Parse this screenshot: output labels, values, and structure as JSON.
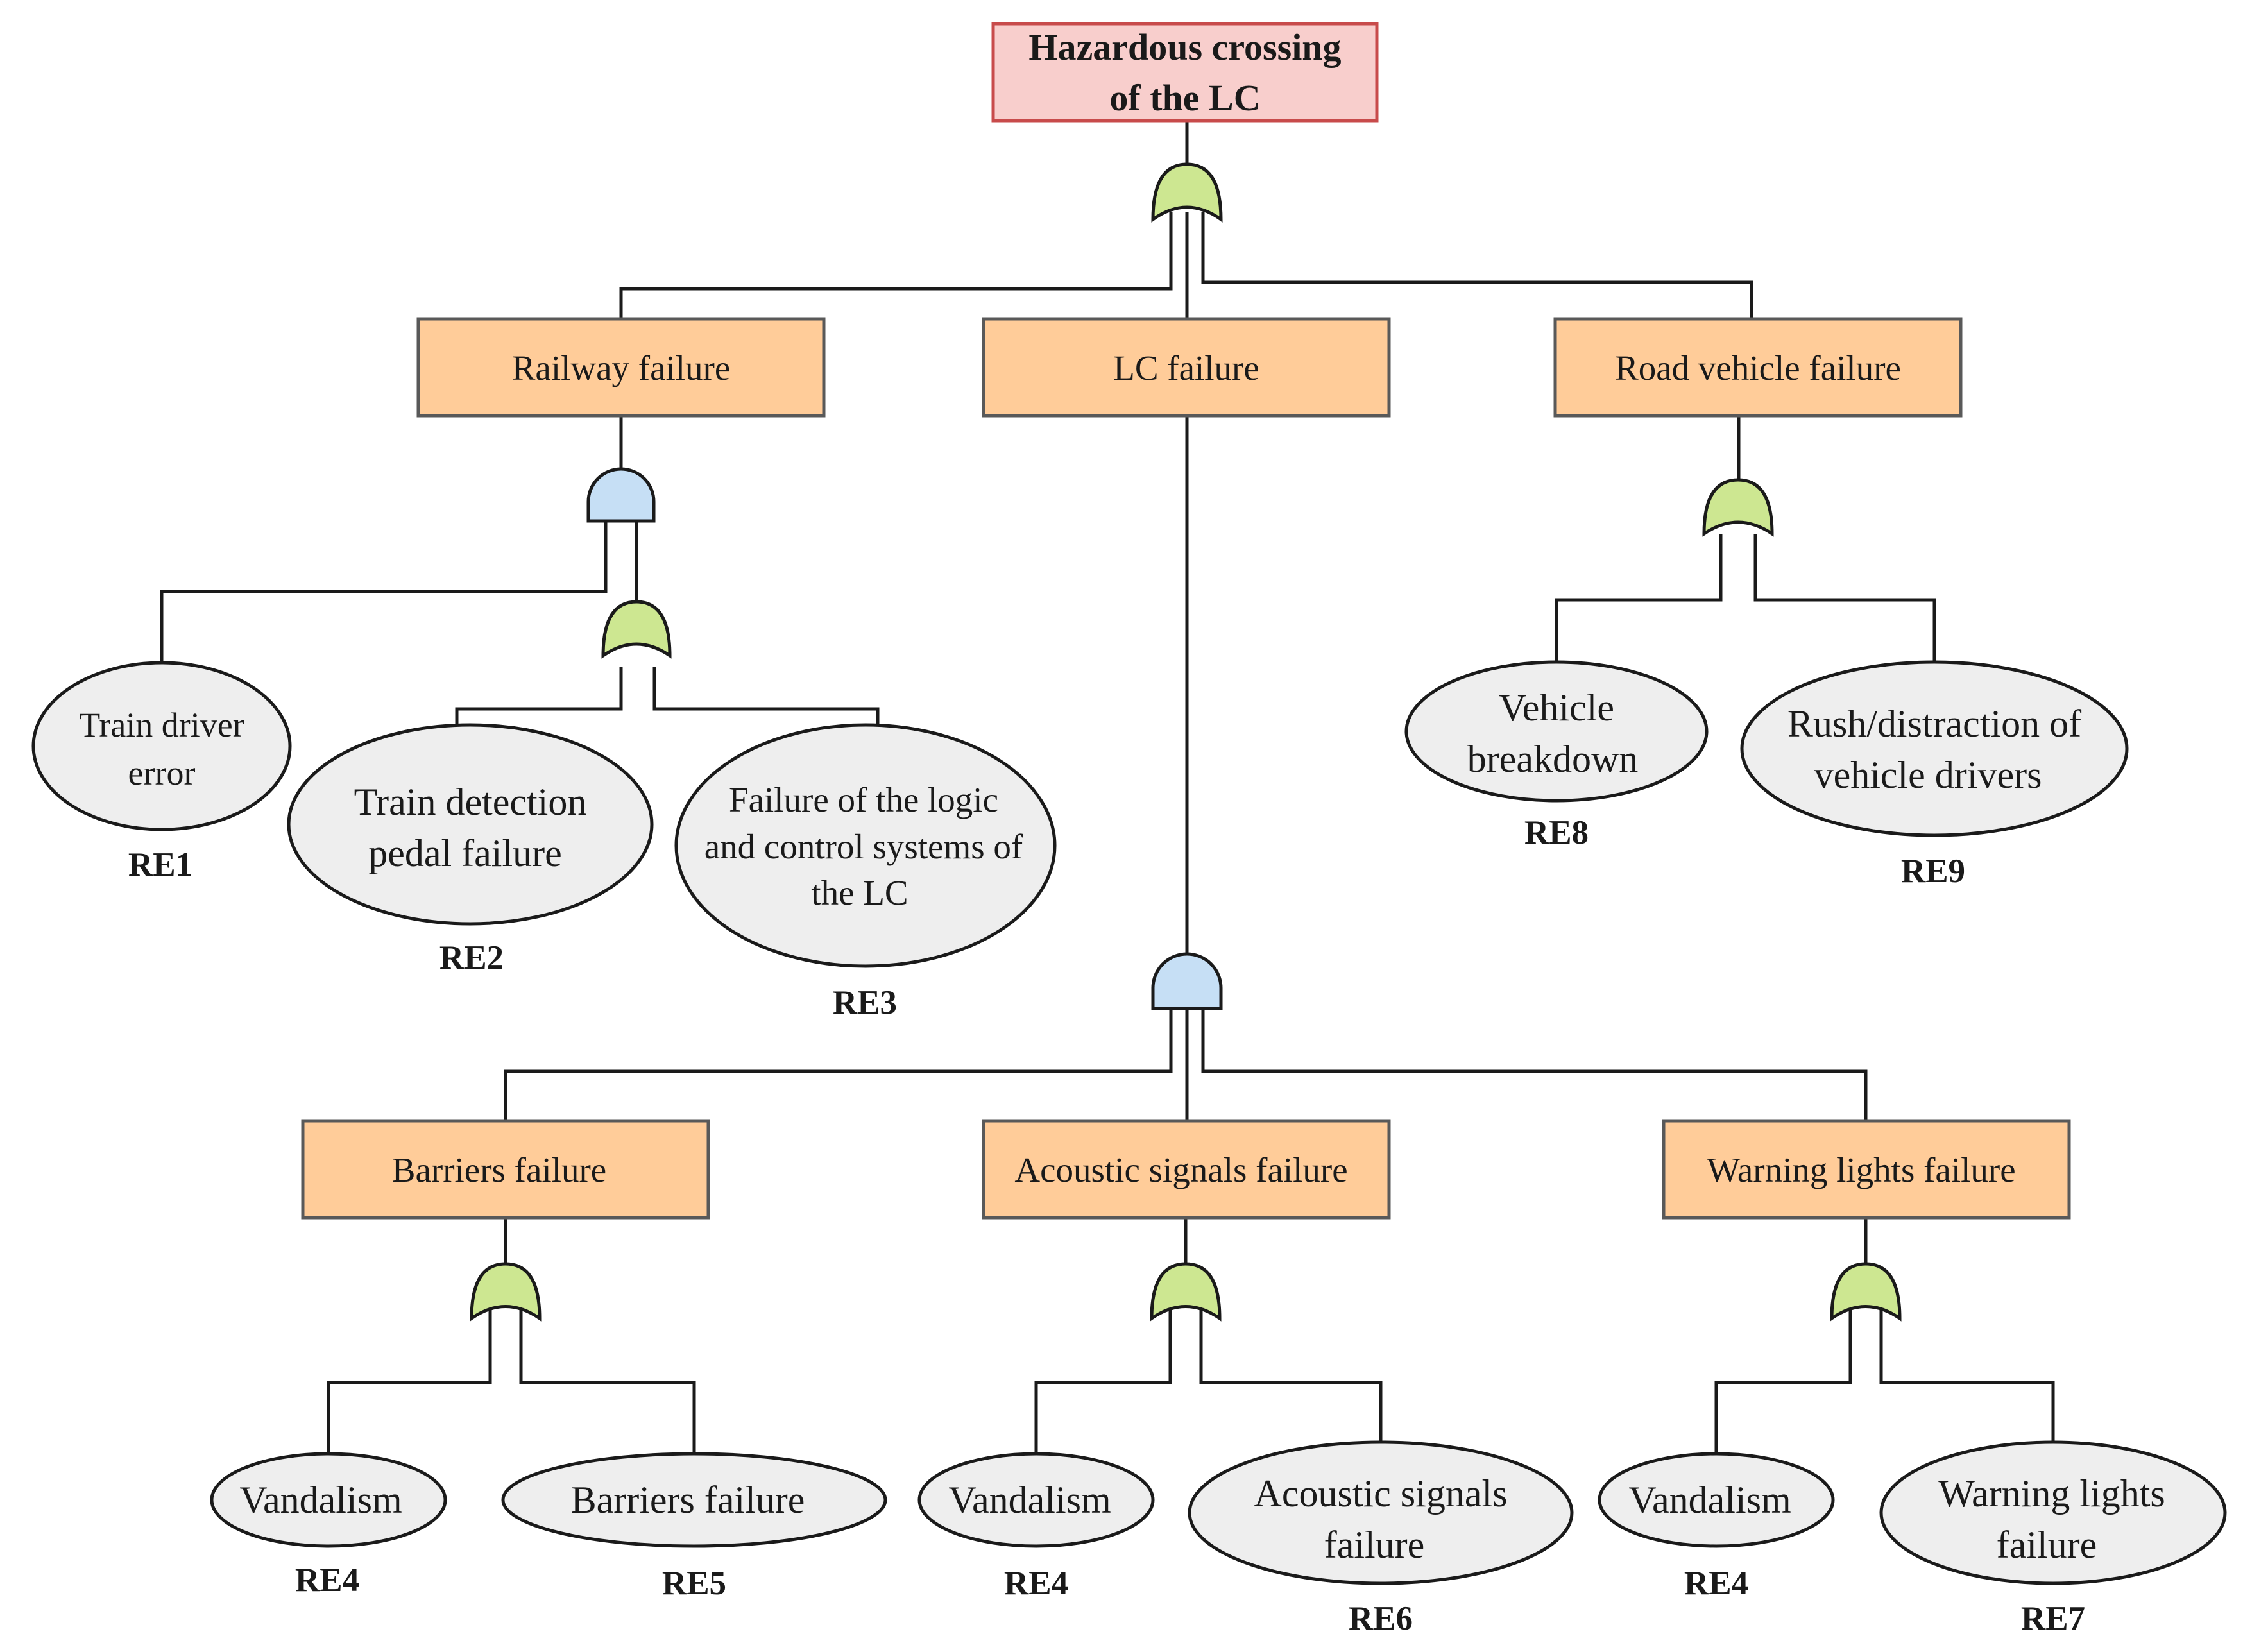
{
  "top": {
    "line1": "Hazardous crossing",
    "line2": "of the LC"
  },
  "intermediate": {
    "railway": "Railway failure",
    "lc": "LC failure",
    "road": "Road vehicle failure",
    "barriers": "Barriers failure",
    "acoustic": "Acoustic signals failure",
    "warning": "Warning lights failure"
  },
  "basic_events": [
    {
      "lines": [
        "Train driver",
        "error"
      ],
      "label": "RE1"
    },
    {
      "lines": [
        "Train detection",
        "pedal failure"
      ],
      "label": "RE2"
    },
    {
      "lines": [
        "Failure of the logic",
        "and control systems of",
        "the LC"
      ],
      "label": "RE3"
    },
    {
      "lines": [
        "Vehicle",
        "breakdown"
      ],
      "label": "RE8"
    },
    {
      "lines": [
        "Rush/distraction of",
        "vehicle drivers"
      ],
      "label": "RE9"
    },
    {
      "lines": [
        "Vandalism"
      ],
      "label": "RE4"
    },
    {
      "lines": [
        "Barriers failure"
      ],
      "label": "RE5"
    },
    {
      "lines": [
        "Vandalism"
      ],
      "label": "RE4"
    },
    {
      "lines": [
        "Acoustic signals",
        "failure"
      ],
      "label": "RE6"
    },
    {
      "lines": [
        "Vandalism"
      ],
      "label": "RE4"
    },
    {
      "lines": [
        "Warning lights",
        "failure"
      ],
      "label": "RE7"
    }
  ],
  "colors": {
    "top_fill": "#f8cecc",
    "top_stroke": "#c84b4b",
    "intermediate_fill": "#ffcc99",
    "basic_fill": "#eeeeee",
    "or_gate_fill": "#cde791",
    "and_gate_fill": "#c6dff5"
  }
}
